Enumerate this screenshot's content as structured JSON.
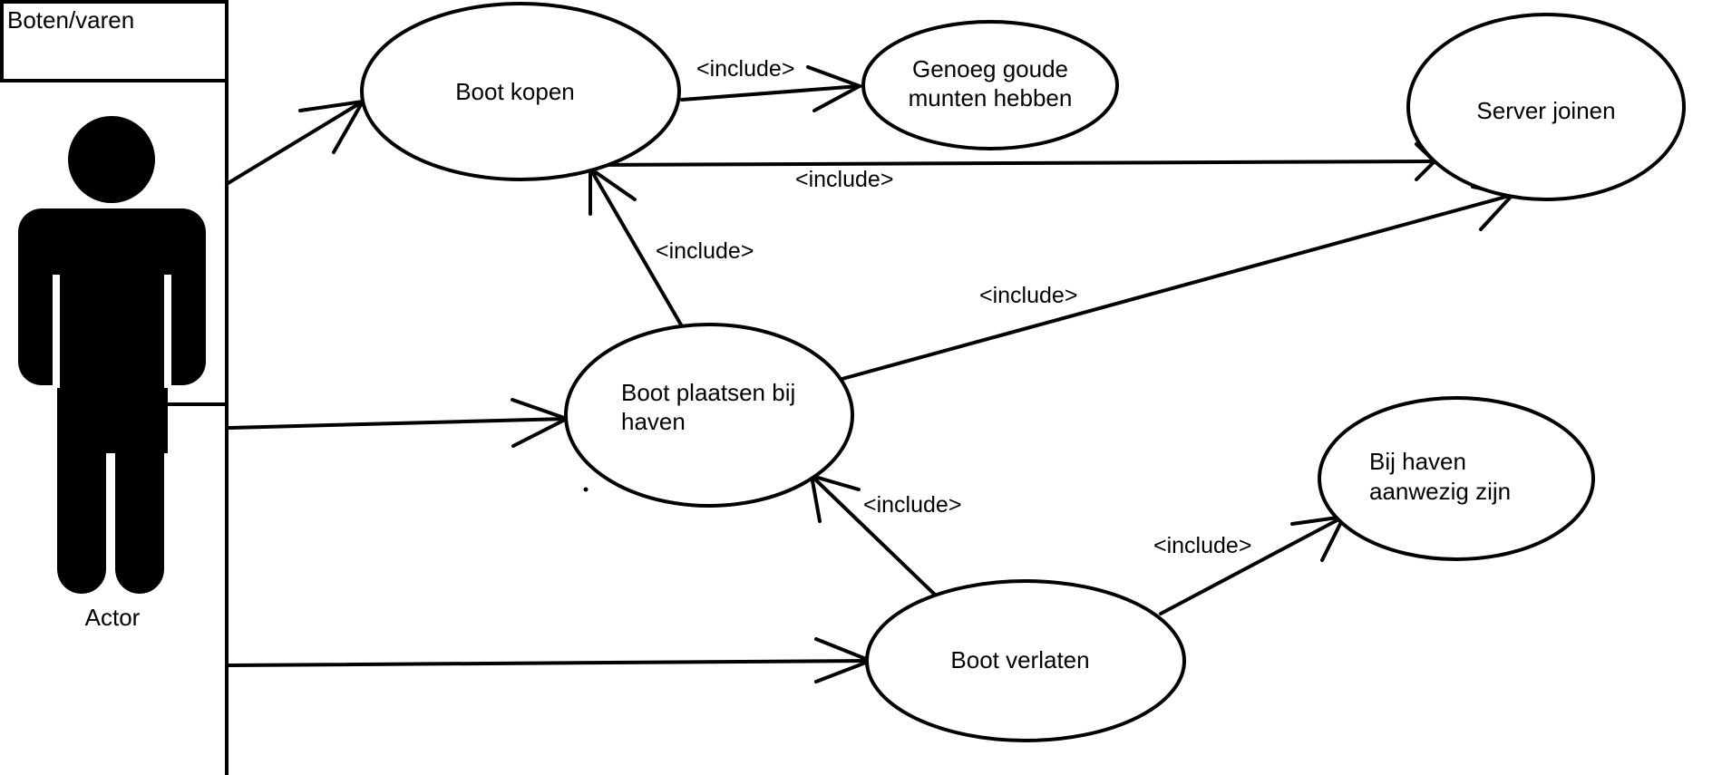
{
  "system_boundary": {
    "title": "Boten/varen"
  },
  "actor": {
    "label": "Actor",
    "icon": "stick-figure-icon"
  },
  "use_cases": {
    "boot_kopen": [
      "Boot kopen"
    ],
    "genoeg_munten": [
      "Genoeg goude",
      "munten hebben"
    ],
    "server_joinen": [
      "Server joinen"
    ],
    "boot_plaatsen": [
      "Boot plaatsen bij",
      "haven"
    ],
    "bij_haven": [
      "Bij haven",
      "aanwezig zijn"
    ],
    "boot_verlaten": [
      "Boot verlaten"
    ]
  },
  "relations": {
    "kopen_munten": "<include>",
    "kopen_server": "<include>",
    "plaatsen_kopen": "<include>",
    "plaatsen_server": "<include>",
    "verlaten_plaatsen": "<include>",
    "verlaten_haven": "<include>"
  },
  "colors": {
    "stroke": "#000000",
    "background": "#ffffff"
  }
}
